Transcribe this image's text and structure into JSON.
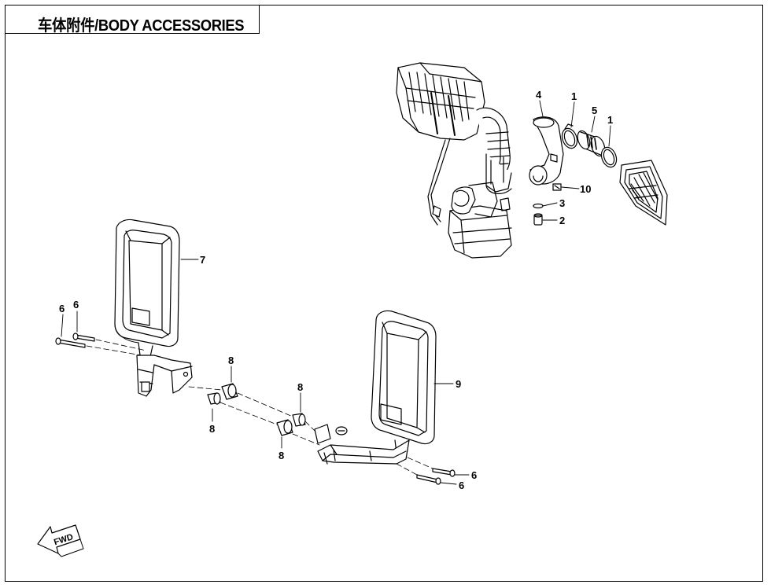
{
  "title": "车体附件/BODY ACCESSORIES",
  "callouts": [
    {
      "id": "c-1a",
      "label": "1"
    },
    {
      "id": "c-1b",
      "label": "1"
    },
    {
      "id": "c-2",
      "label": "2"
    },
    {
      "id": "c-3",
      "label": "3"
    },
    {
      "id": "c-4",
      "label": "4"
    },
    {
      "id": "c-5",
      "label": "5"
    },
    {
      "id": "c-6a",
      "label": "6"
    },
    {
      "id": "c-6b",
      "label": "6"
    },
    {
      "id": "c-6c",
      "label": "6"
    },
    {
      "id": "c-6d",
      "label": "6"
    },
    {
      "id": "c-7",
      "label": "7"
    },
    {
      "id": "c-8a",
      "label": "8"
    },
    {
      "id": "c-8b",
      "label": "8"
    },
    {
      "id": "c-8c",
      "label": "8"
    },
    {
      "id": "c-8d",
      "label": "8"
    },
    {
      "id": "c-9",
      "label": "9"
    },
    {
      "id": "c-10",
      "label": "10"
    }
  ],
  "fwd_label": "FWD"
}
